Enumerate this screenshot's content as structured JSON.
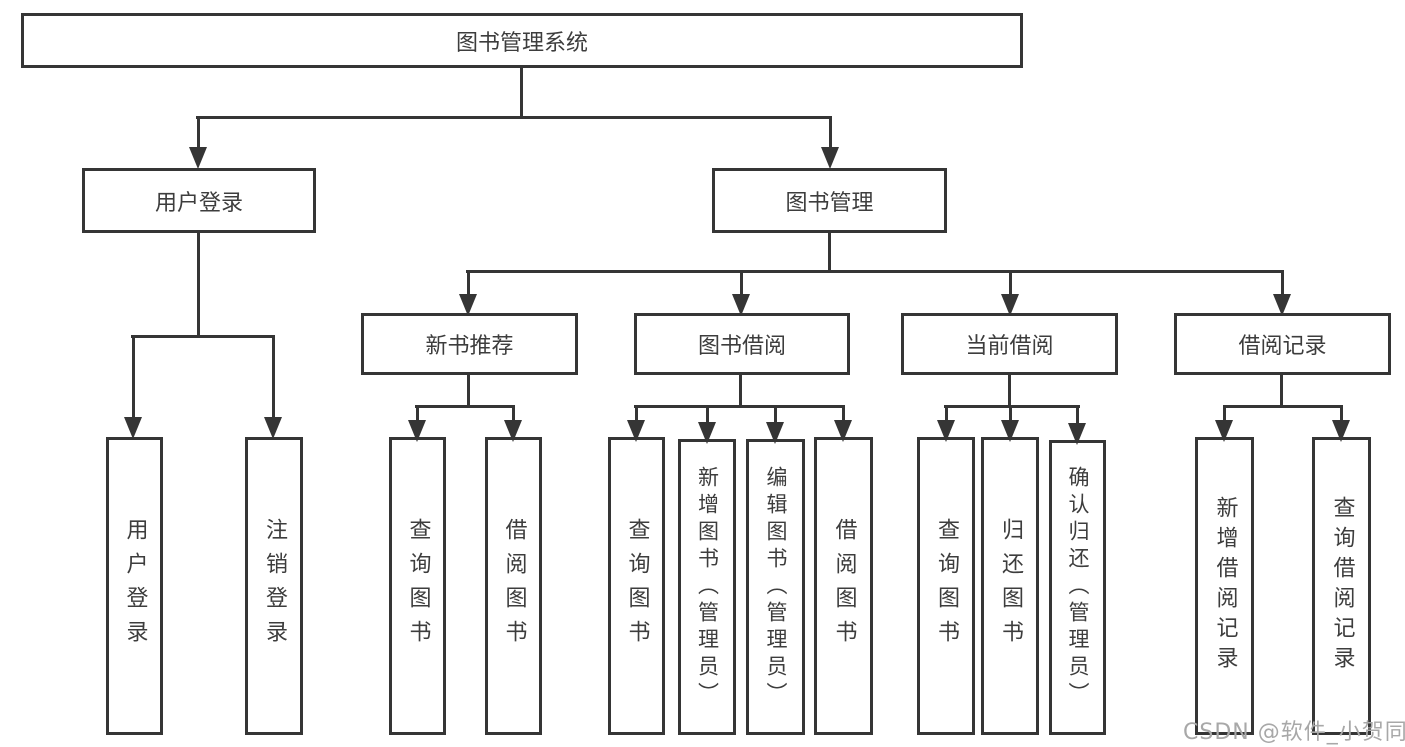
{
  "diagram": {
    "title": "图书管理系统",
    "level2": {
      "user_login": "用户登录",
      "book_management": "图书管理"
    },
    "level3": {
      "new_book_recommendation": "新书推荐",
      "book_borrowing": "图书借阅",
      "current_borrowing": "当前借阅",
      "borrowing_records": "借阅记录"
    },
    "leaves": {
      "user_login": "用户登录",
      "logout": "注销登录",
      "query_books_recommend": "查询图书",
      "borrow_books_recommend": "借阅图书",
      "query_books_borrow": "查询图书",
      "add_books_admin": "新增图书（管理员）",
      "edit_books_admin": "编辑图书（管理员）",
      "borrow_books_borrow": "借阅图书",
      "query_books_current": "查询图书",
      "return_books": "归还图书",
      "confirm_return_admin": "确认归还（管理员）",
      "add_borrow_record": "新增借阅记录",
      "query_borrow_record": "查询借阅记录"
    },
    "colors": {
      "line": "#353535",
      "text": "#3d3d3d",
      "watermark_text": "#a8a8a8",
      "background": "#ffffff"
    }
  },
  "watermark": {
    "text": "CSDN @软件_小贺同学"
  }
}
